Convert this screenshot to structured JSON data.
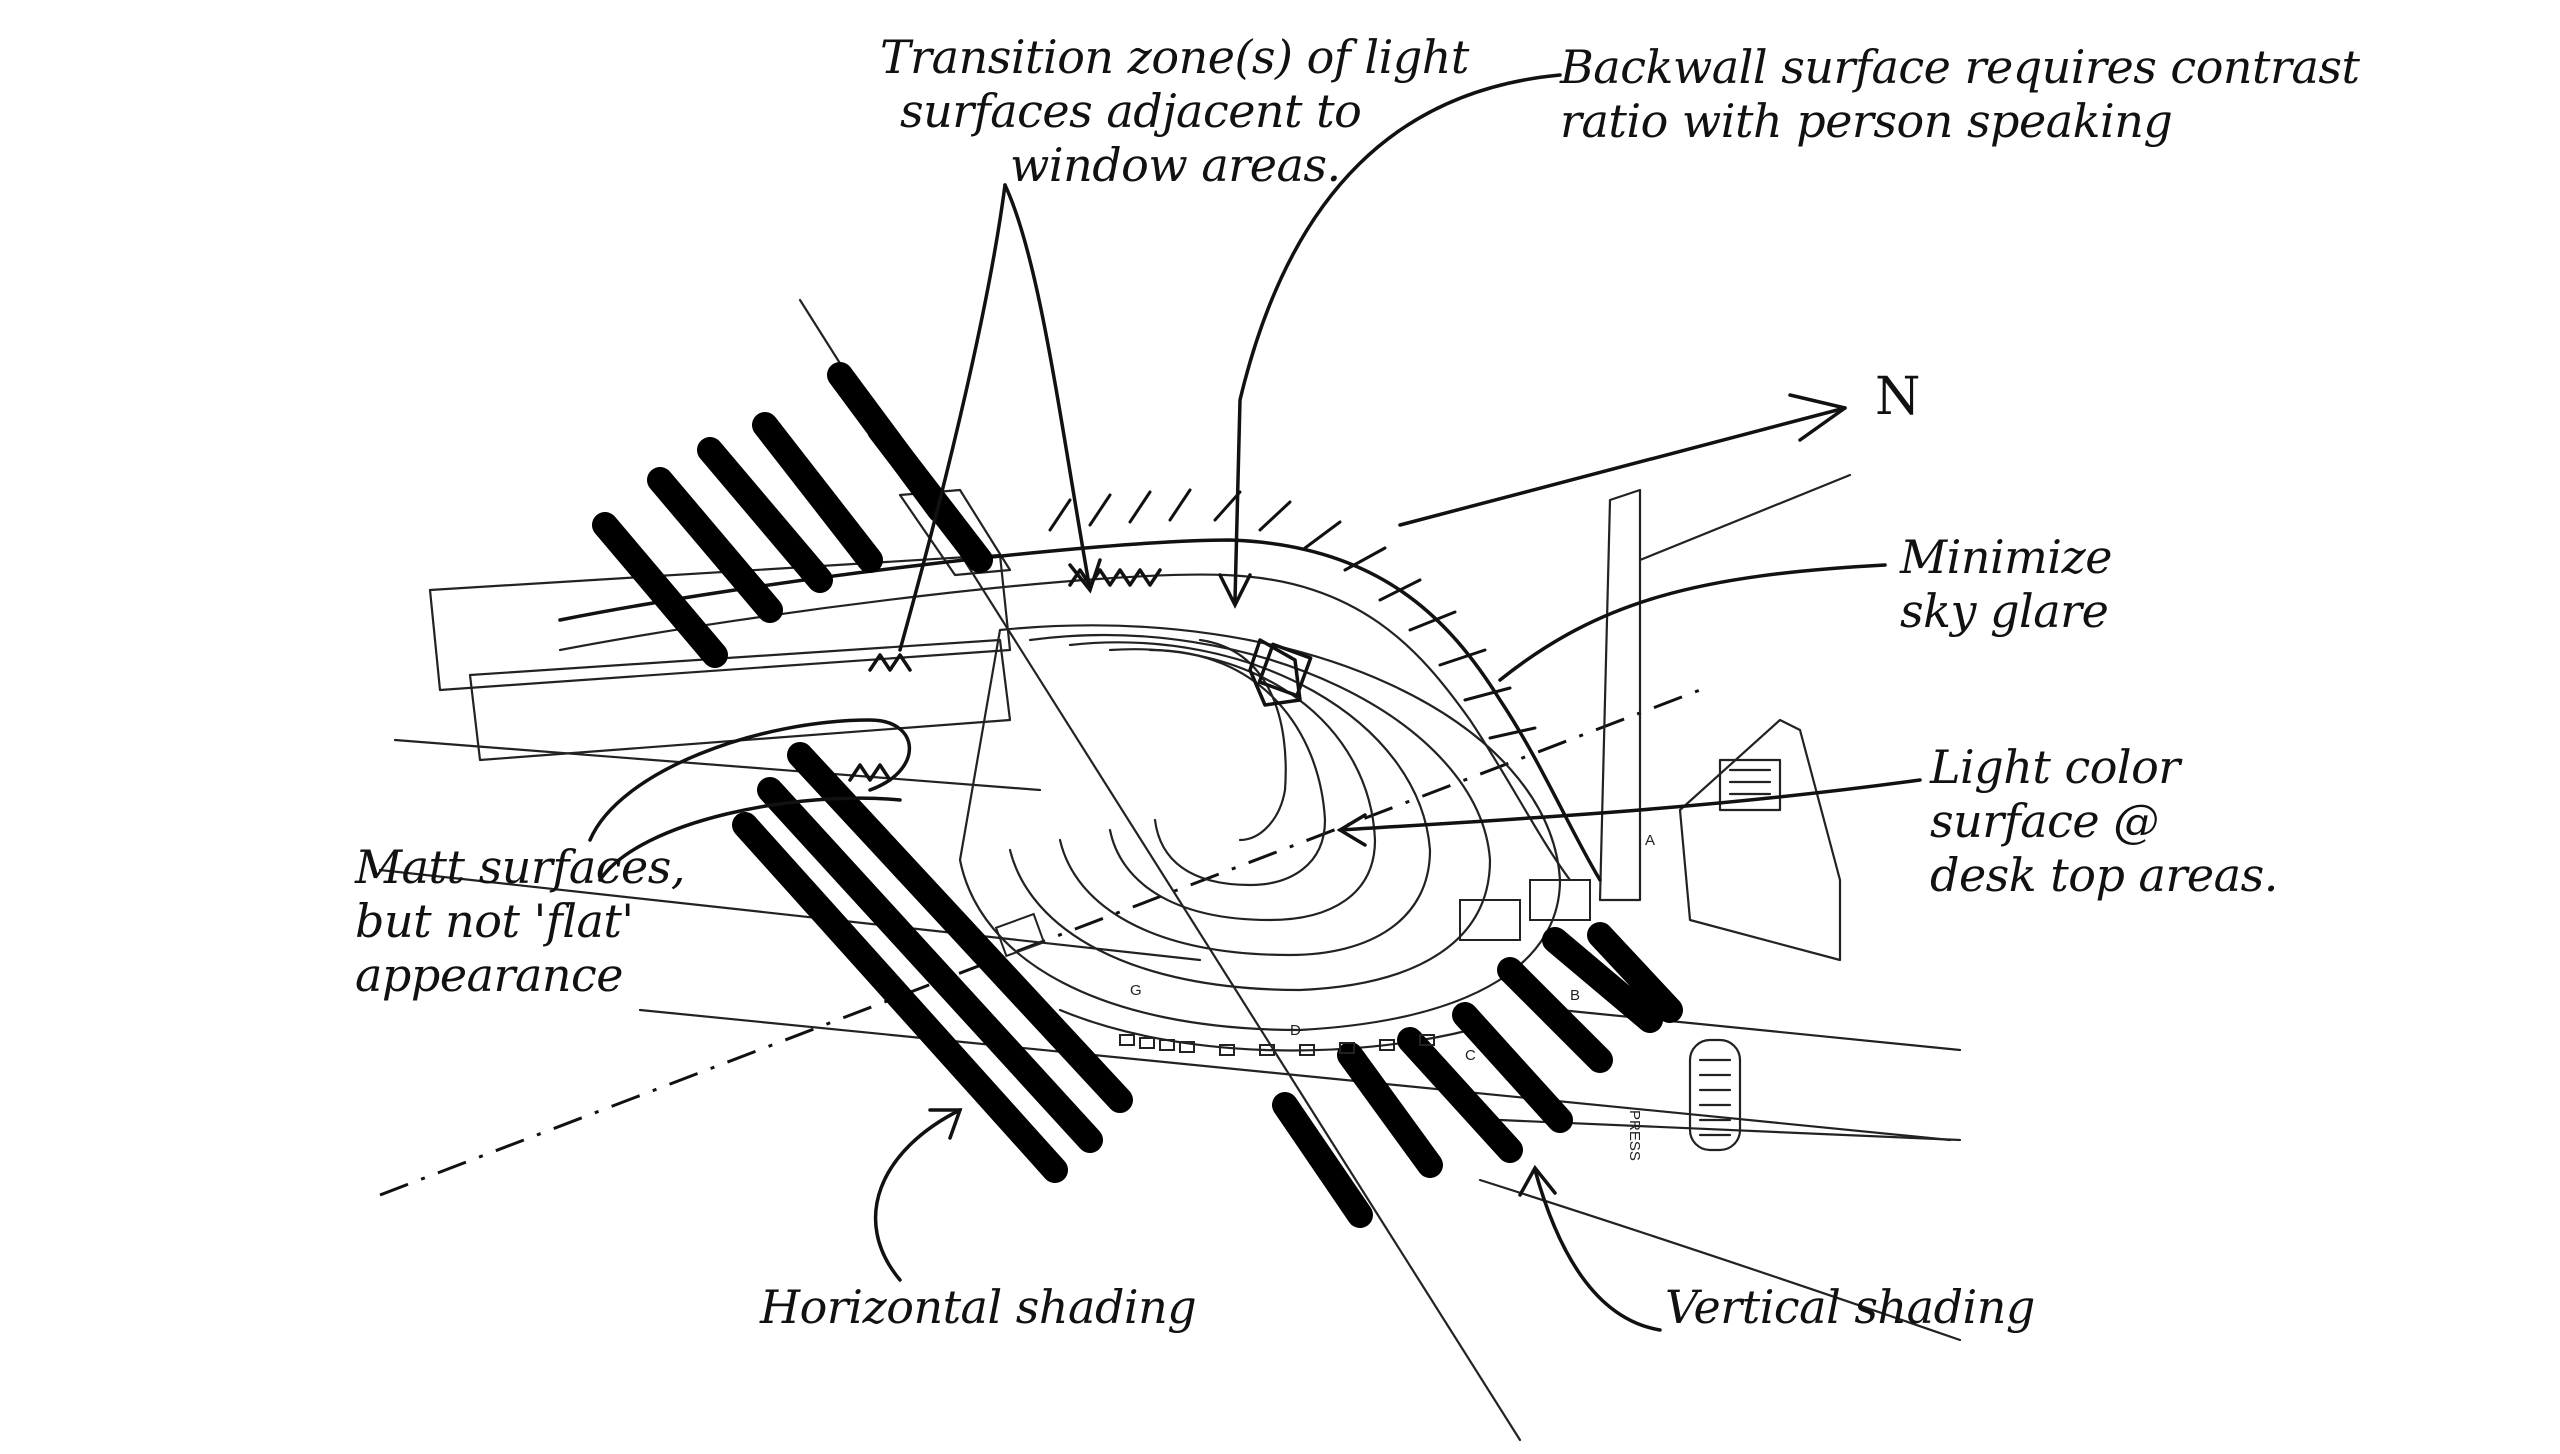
{
  "annotations": {
    "transition": [
      "Transition zone(s) of light",
      "surfaces adjacent to",
      "window areas."
    ],
    "backwall": [
      "Backwall surface requires contrast",
      "ratio with person speaking"
    ],
    "north": "N",
    "sky_glare": [
      "Minimize",
      "sky glare"
    ],
    "light_color": [
      "Light color",
      "surface @",
      "desk top areas."
    ],
    "matt": [
      "Matt surfaces,",
      "but not 'flat'",
      "appearance"
    ],
    "horizontal": "Horizontal shading",
    "vertical": "Vertical shading"
  },
  "plan_labels": {
    "press": "PRESS",
    "a": "A",
    "b": "B",
    "c": "C",
    "d": "D",
    "g": "G"
  }
}
